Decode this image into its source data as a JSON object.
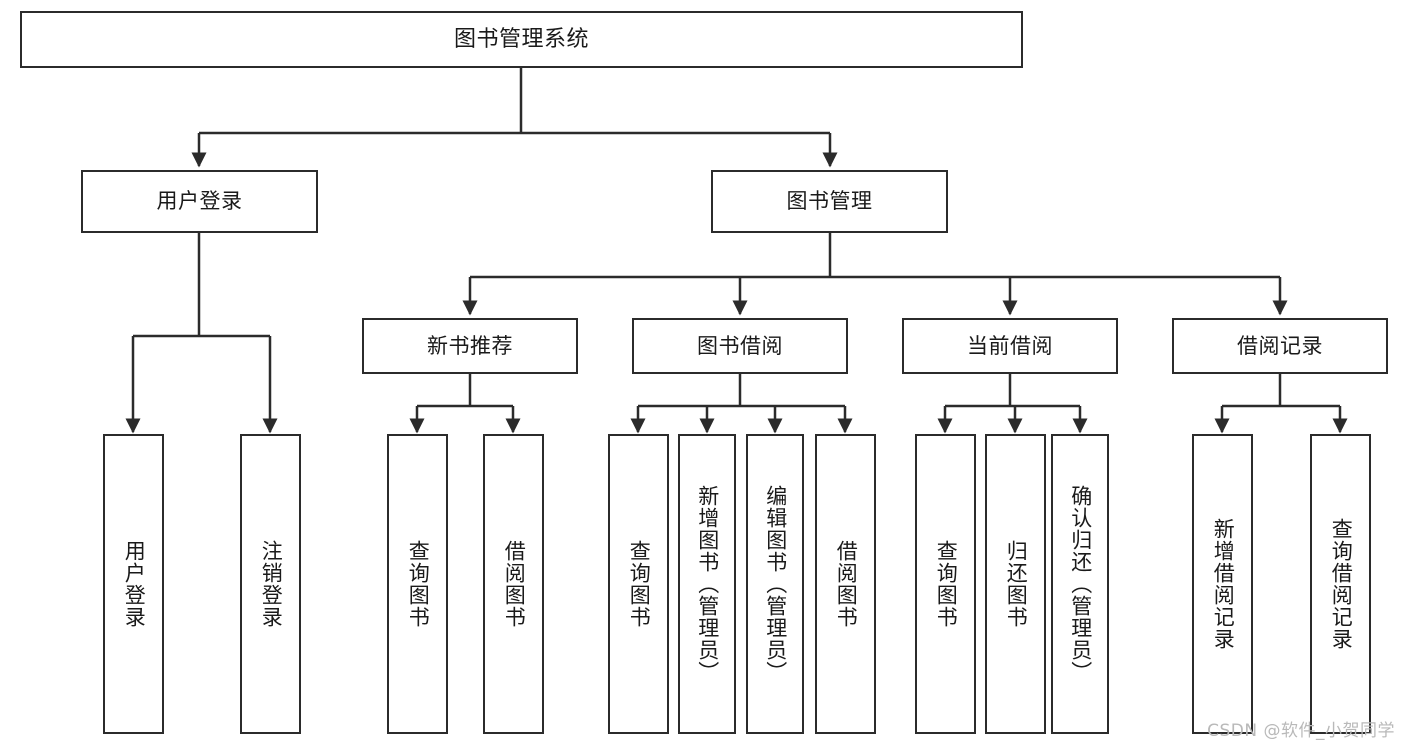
{
  "diagram": {
    "type": "tree-structure-chart",
    "title": "图书管理系统",
    "watermark": "CSDN @软件_小贺同学",
    "colors": {
      "stroke": "#2b2b2b",
      "fill": "#ffffff",
      "text": "#1a1a1a",
      "watermark": "#b9b9b9"
    },
    "nodes": {
      "root": {
        "label": "图书管理系统"
      },
      "level2": [
        {
          "id": "user-login",
          "label": "用户登录"
        },
        {
          "id": "book-manage",
          "label": "图书管理"
        }
      ],
      "level3": [
        {
          "id": "new-book-rec",
          "label": "新书推荐"
        },
        {
          "id": "book-borrow",
          "label": "图书借阅"
        },
        {
          "id": "current-borrow",
          "label": "当前借阅"
        },
        {
          "id": "borrow-record",
          "label": "借阅记录"
        }
      ],
      "leaves": {
        "user-login": [
          {
            "id": "leaf-user-login",
            "label": "用户登录"
          },
          {
            "id": "leaf-logout-login",
            "label": "注销登录"
          }
        ],
        "new-book-rec": [
          {
            "id": "leaf-query-book-1",
            "label": "查询图书"
          },
          {
            "id": "leaf-borrow-book-1",
            "label": "借阅图书"
          }
        ],
        "book-borrow": [
          {
            "id": "leaf-query-book-2",
            "label": "查询图书"
          },
          {
            "id": "leaf-add-book",
            "label": "新增图书（管理员）"
          },
          {
            "id": "leaf-edit-book",
            "label": "编辑图书（管理员）"
          },
          {
            "id": "leaf-borrow-book-2",
            "label": "借阅图书"
          }
        ],
        "current-borrow": [
          {
            "id": "leaf-query-book-3",
            "label": "查询图书"
          },
          {
            "id": "leaf-return-book",
            "label": "归还图书"
          },
          {
            "id": "leaf-confirm-return",
            "label": "确认归还（管理员）"
          }
        ],
        "borrow-record": [
          {
            "id": "leaf-add-record",
            "label": "新增借阅记录"
          },
          {
            "id": "leaf-query-record",
            "label": "查询借阅记录"
          }
        ]
      }
    }
  }
}
